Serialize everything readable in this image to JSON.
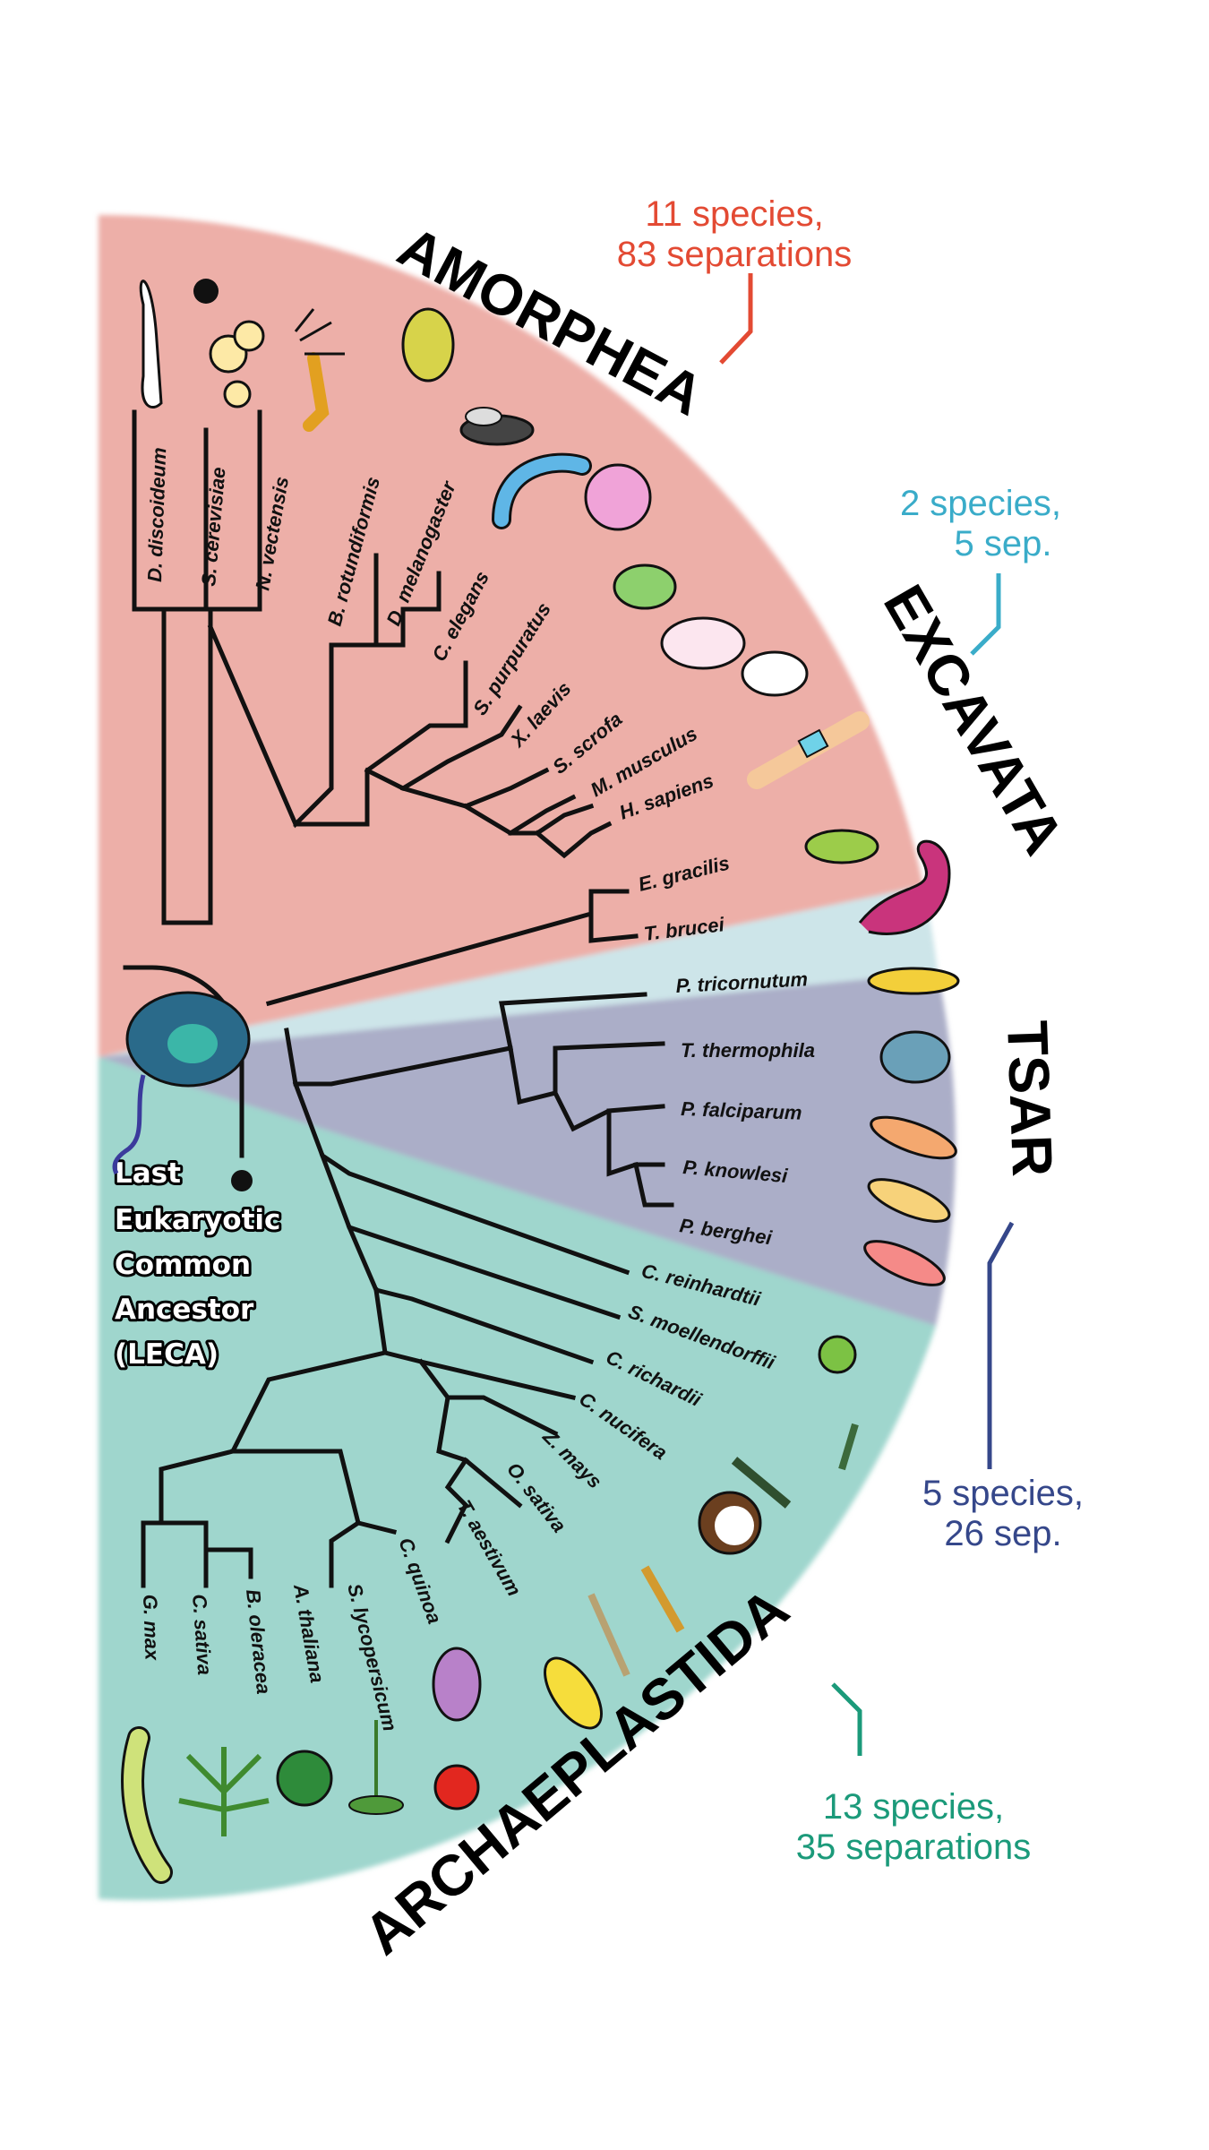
{
  "clades": {
    "amorphea": {
      "name": "AMORPHEA",
      "count_line1": "11 species,",
      "count_line2": "83 separations",
      "color": "#e34a33",
      "fill": "#edafa8"
    },
    "excavata": {
      "name": "EXCAVATA",
      "count_line1": "2 species,",
      "count_line2": "5 sep.",
      "color": "#3aacc9",
      "fill": "#cde5e9"
    },
    "tsar": {
      "name": "TSAR",
      "count_line1": "5 species,",
      "count_line2": "26 sep.",
      "color": "#35478a",
      "fill": "#abaec8"
    },
    "archaeplastida": {
      "name": "ARCHAEPLASTIDA",
      "count_line1": "13 species,",
      "count_line2": "35 separations",
      "color": "#1b9a7a",
      "fill": "#9fd6cd"
    }
  },
  "leca": {
    "line1": "Last",
    "line2": "Eukaryotic",
    "line3": "Common",
    "line4": "Ancestor",
    "line5": "(LECA)"
  },
  "species": {
    "amorphea": [
      "D. discoideum",
      "S. cerevisiae",
      "N. vectensis",
      "B. rotundiformis",
      "D. melanogaster",
      "C. elegans",
      "S. purpuratus",
      "X. laevis",
      "S. scrofa",
      "M. musculus",
      "H. sapiens"
    ],
    "excavata": [
      "E. gracilis",
      "T. brucei"
    ],
    "tsar": [
      "P. tricornutum",
      "T. thermophila",
      "P. falciparum",
      "P. knowlesi",
      "P. berghei"
    ],
    "archaeplastida": [
      "C. reinhardtii",
      "S. moellendorffii",
      "C. richardii",
      "C. nucifera",
      "Z. mays",
      "O. sativa",
      "T. aestivum",
      "C. quinoa",
      "S. lycopersicum",
      "A. thaliana",
      "B. oleracea",
      "C. sativa",
      "G. max"
    ]
  },
  "icons": [
    "amoeba-icon",
    "yeast-icon",
    "sea-anemone-icon",
    "rotifer-icon",
    "fly-icon",
    "worm-icon",
    "sea-urchin-icon",
    "frog-icon",
    "pig-icon",
    "mouse-icon",
    "human-icon",
    "euglena-icon",
    "trypanosome-icon",
    "diatom-icon",
    "ciliate-icon",
    "plasmodium-icon",
    "chlamydomonas-icon",
    "spikemoss-icon",
    "fern-icon",
    "coconut-icon",
    "corn-icon",
    "rice-icon",
    "wheat-icon",
    "quinoa-icon",
    "tomato-icon",
    "arabidopsis-icon",
    "broccoli-icon",
    "cannabis-icon",
    "soybean-icon",
    "leca-cell-icon"
  ]
}
